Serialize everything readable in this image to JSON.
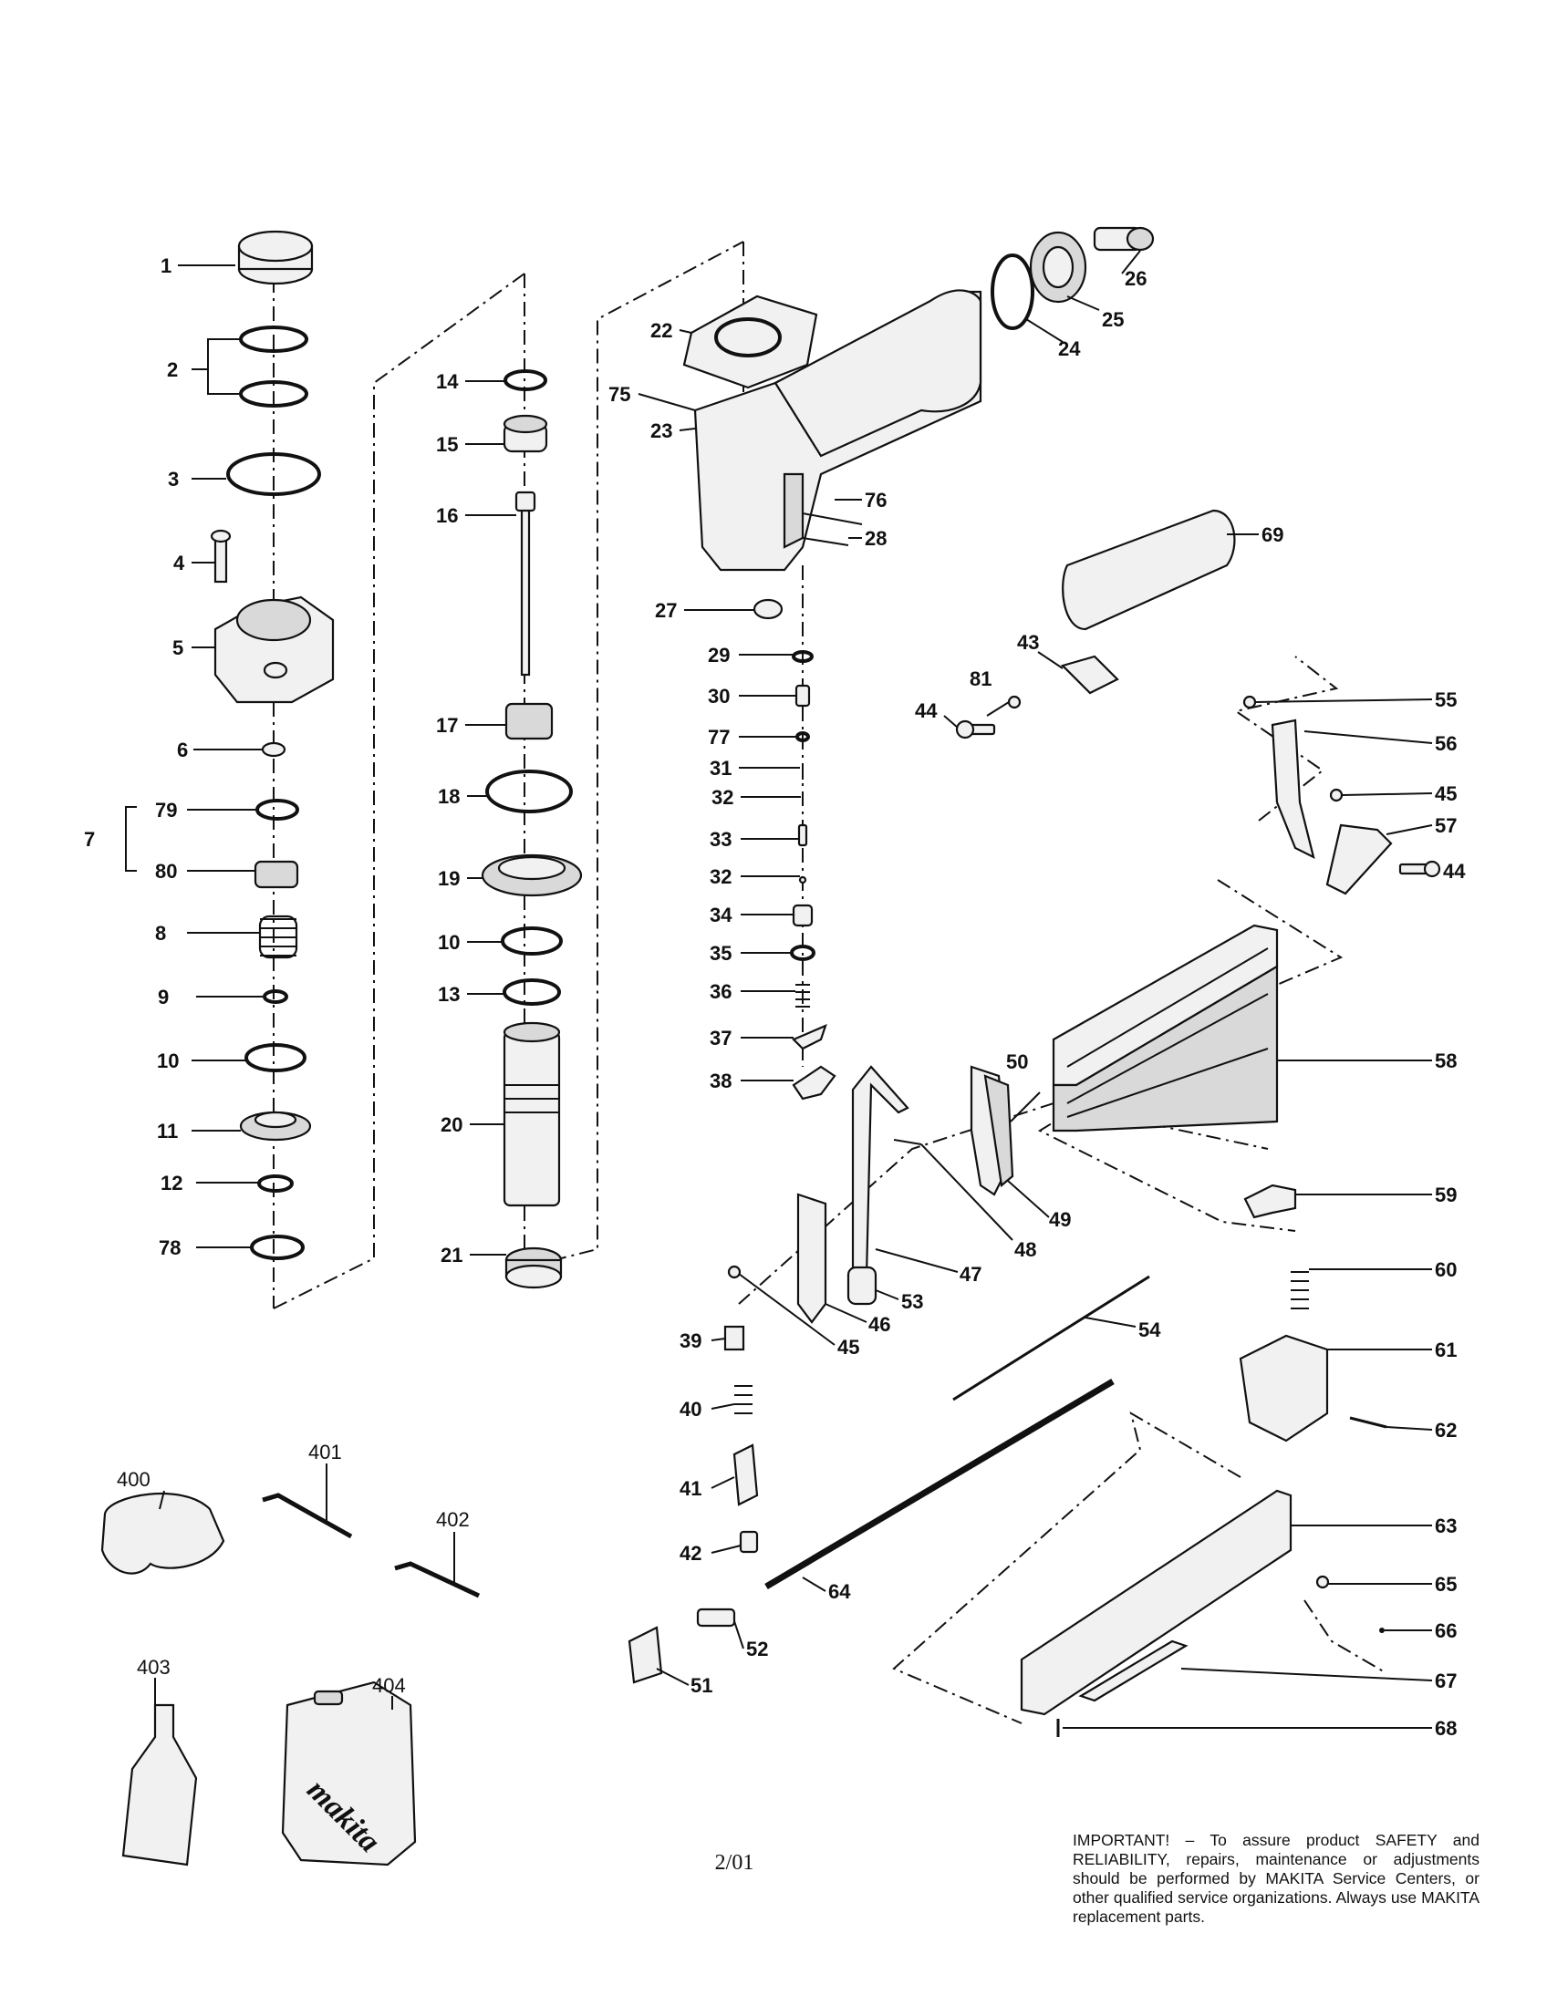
{
  "labels": {
    "p1": "1",
    "p2": "2",
    "p3": "3",
    "p4": "4",
    "p5": "5",
    "p6": "6",
    "p7": "7",
    "p8": "8",
    "p9": "9",
    "p10a": "10",
    "p10b": "10",
    "p11": "11",
    "p12": "12",
    "p13": "13",
    "p14": "14",
    "p15": "15",
    "p16": "16",
    "p17": "17",
    "p18": "18",
    "p19": "19",
    "p20": "20",
    "p21": "21",
    "p22": "22",
    "p23": "23",
    "p24": "24",
    "p25": "25",
    "p26": "26",
    "p27": "27",
    "p28": "28",
    "p29": "29",
    "p30": "30",
    "p31": "31",
    "p32a": "32",
    "p32b": "32",
    "p33": "33",
    "p34": "34",
    "p35": "35",
    "p36": "36",
    "p37": "37",
    "p38": "38",
    "p39": "39",
    "p40": "40",
    "p41": "41",
    "p42": "42",
    "p43": "43",
    "p44a": "44",
    "p44b": "44",
    "p45a": "45",
    "p45b": "45",
    "p46": "46",
    "p47": "47",
    "p48": "48",
    "p49": "49",
    "p50": "50",
    "p51": "51",
    "p52": "52",
    "p53": "53",
    "p54": "54",
    "p55": "55",
    "p56": "56",
    "p57": "57",
    "p58": "58",
    "p59": "59",
    "p60": "60",
    "p61": "61",
    "p62": "62",
    "p63": "63",
    "p64": "64",
    "p65": "65",
    "p66": "66",
    "p67": "67",
    "p68": "68",
    "p69": "69",
    "p75": "75",
    "p76": "76",
    "p77": "77",
    "p78": "78",
    "p79": "79",
    "p80": "80",
    "p81": "81",
    "p400": "400",
    "p401": "401",
    "p402": "402",
    "p403": "403",
    "p404": "404"
  },
  "case_brand": "makita",
  "footer": "2/01",
  "notice": "IMPORTANT! – To assure product SAFETY and RELIABILITY,  repairs, maintenance or adjustments should be performed by MAKITA Service Centers, or other qualified service organizations.  Always use MAKITA replacement parts."
}
